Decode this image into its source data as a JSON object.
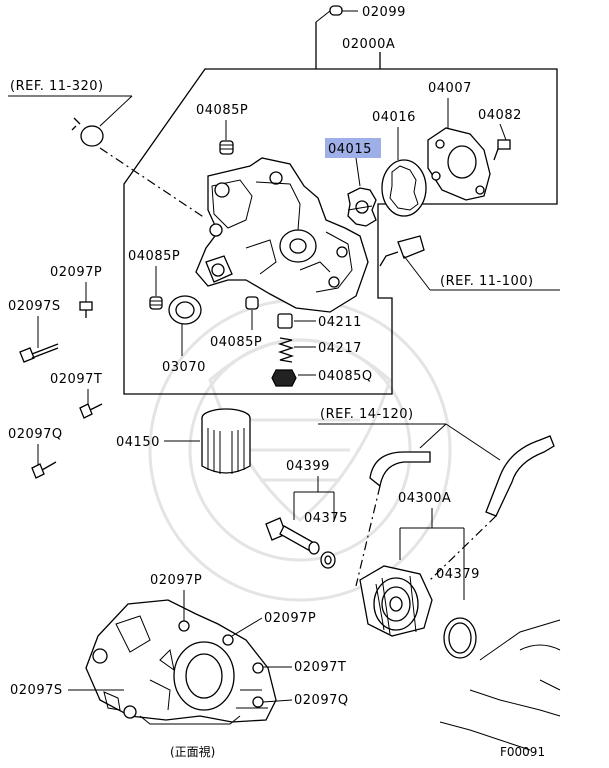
{
  "diagram": {
    "labels": {
      "p02099": "02099",
      "p02000A": "02000A",
      "ref11_320": "(REF. 11-320)",
      "p04085P_top": "04085P",
      "p04015": "04015",
      "p04016": "04016",
      "p04007": "04007",
      "p04082": "04082",
      "p04085P_mid": "04085P",
      "ref11_100": "(REF. 11-100)",
      "p02097P_left": "02097P",
      "p02097S_left": "02097S",
      "p04085P_low": "04085P",
      "p04211": "04211",
      "p04217": "04217",
      "p04085Q": "04085Q",
      "p03070": "03070",
      "p02097T_left": "02097T",
      "p02097Q_left": "02097Q",
      "ref14_120": "(REF. 14-120)",
      "p04150": "04150",
      "p04399": "04399",
      "p04375": "04375",
      "p04300A": "04300A",
      "p04379": "04379",
      "p02097P_front1": "02097P",
      "p02097P_front2": "02097P",
      "p02097T_front": "02097T",
      "p02097S_front": "02097S",
      "p02097Q_front": "02097Q",
      "front_view": "(正面視)",
      "figure_code": "F00091"
    },
    "highlight_color": "#9fb0e8"
  }
}
